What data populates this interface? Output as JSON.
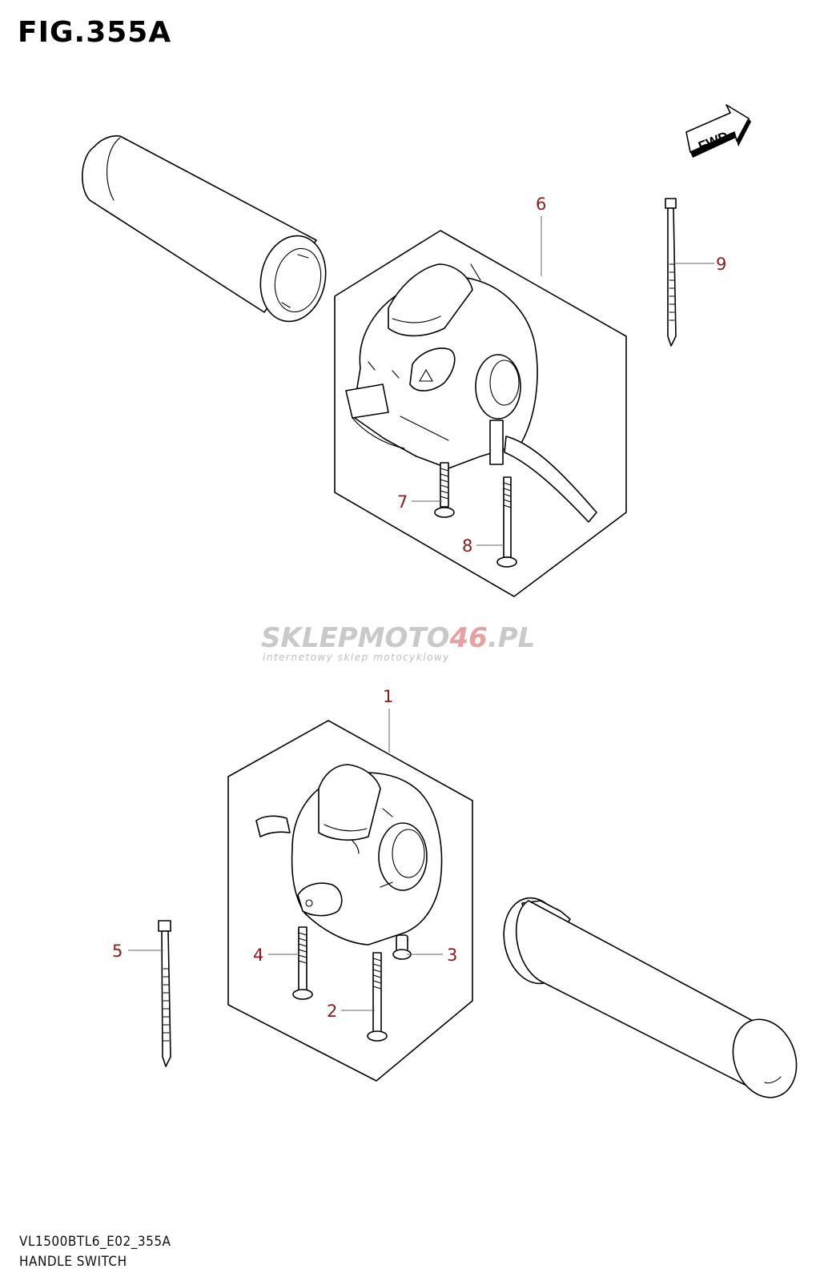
{
  "figure": {
    "title": "FIG.355A",
    "code": "VL1500BTL6_E02_355A",
    "name": "HANDLE SWITCH"
  },
  "fwd_label": "FWD",
  "watermark": {
    "brand_part1": "SKLEPMOTO",
    "brand_part2": "46",
    "brand_part3": ".PL",
    "tagline": "internetowy sklep motocyklowy",
    "colors": {
      "main": "#c9c9c9",
      "accent": "#e9a0a0"
    }
  },
  "callouts": [
    {
      "id": "1",
      "label": "1"
    },
    {
      "id": "2",
      "label": "2"
    },
    {
      "id": "3",
      "label": "3"
    },
    {
      "id": "4",
      "label": "4"
    },
    {
      "id": "5",
      "label": "5"
    },
    {
      "id": "6",
      "label": "6"
    },
    {
      "id": "7",
      "label": "7"
    },
    {
      "id": "8",
      "label": "8"
    },
    {
      "id": "9",
      "label": "9"
    }
  ],
  "colors": {
    "callout": "#8b1a1a",
    "line": "#000000"
  }
}
